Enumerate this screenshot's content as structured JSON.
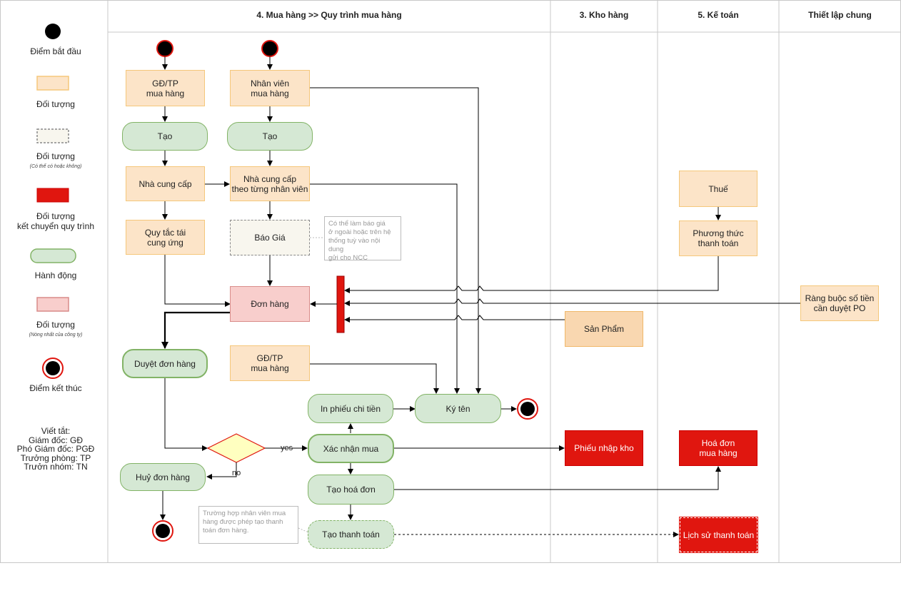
{
  "lanes": {
    "purchase": "4. Mua hàng >> Quy trình mua hàng",
    "warehouse": "3. Kho hàng",
    "accounting": "5. Kế toán",
    "settings": "Thiết lập chung"
  },
  "legend": {
    "start": "Điểm bắt đầu",
    "object": "Đối tượng",
    "object_optional": "Đối tượng",
    "object_optional_note": "(Có thể có hoặc không)",
    "object_transfer": "Đối tượng\nkết chuyển quy trình",
    "action": "Hành động",
    "object_core": "Đối tượng",
    "object_core_note": "(Nòng nhất của công ty)",
    "end": "Điểm kết thúc",
    "abbrev": "Viết tắt:\nGiám đốc: GĐ\nPhó Giám đốc: PGĐ\nTrưởng phòng: TP\nTrưởn nhóm: TN"
  },
  "nodes": {
    "gd_tp_1": "GĐ/TP\nmua hàng",
    "nv_mua": "Nhân viên\nmua hàng",
    "tao_1": "Tạo",
    "tao_2": "Tạo",
    "ncc": "Nhà cung cấp",
    "ncc_nv": "Nhà cung cấp\ntheo từng nhân viên",
    "quy_tac": "Quy tắc tái\ncung ứng",
    "bao_gia": "Báo Giá",
    "don_hang": "Đơn hàng",
    "duyet": "Duyệt đơn hàng",
    "gd_tp_2": "GĐ/TP\nmua hàng",
    "in_phieu": "In phiếu chi tiền",
    "ky_ten": "Ký tên",
    "xac_nhan": "Xác nhận mua",
    "huy": "Huỷ đơn hàng",
    "tao_hoa_don": "Tạo hoá đơn",
    "tao_thanh_toan": "Tạo thanh toán",
    "thue": "Thuế",
    "pttt": "Phương thức\nthanh toán",
    "san_pham": "Sản Phẩm",
    "rang_buoc": "Ràng buộc số tiền\ncần duyệt PO",
    "phieu_nhap": "Phiếu nhập kho",
    "hoa_don": "Hoá đơn\nmua hàng",
    "lich_su": "Lịch sử thanh toán"
  },
  "notes": {
    "bao_gia_note": "Có thể làm báo giá\nở ngoài hoặc trên hệ\nthống tuỳ vào nội dung\ngửi cho NCC",
    "thanh_toan_note": "Trường hợp nhân viên mua\nhàng được phép tạo thanh\ntoán đơn hàng."
  },
  "edges": {
    "yes": "yes",
    "no": "no"
  },
  "colors": {
    "object": "#fce4c8",
    "action": "#d5e8d4",
    "core": "#f8cecc",
    "transfer": "#e0160f"
  }
}
